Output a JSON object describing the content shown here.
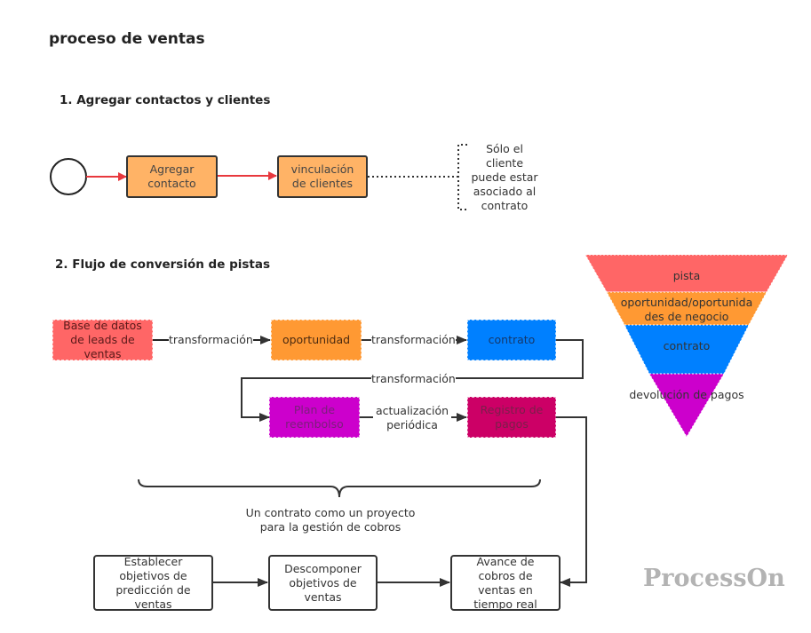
{
  "page_title": "proceso de ventas",
  "section1": {
    "heading": "1. Agregar contactos y clientes",
    "nodes": [
      {
        "id": "agregar-contacto",
        "label": "Agregar\ncontacto"
      },
      {
        "id": "vinculacion",
        "label": "vinculación\nde clientes"
      }
    ],
    "annotation": "Sólo el\ncliente\npuede estar\nasociado al\ncontrato"
  },
  "section2": {
    "heading": "2. Flujo de conversión de pistas",
    "nodes": [
      {
        "id": "base-datos",
        "label": "Base de datos\nde leads de\nventas",
        "color": "#ff6666"
      },
      {
        "id": "oportunidad",
        "label": "oportunidad",
        "color": "#ff9933"
      },
      {
        "id": "contrato",
        "label": "contrato",
        "color": "#0080ff"
      },
      {
        "id": "plan-reembolso",
        "label": "Plan de\nreembolso",
        "color": "#cc00cc"
      },
      {
        "id": "registro-pagos",
        "label": "Registro de\npagos",
        "color": "#cc0066"
      }
    ],
    "edge_labels": {
      "e1": "transformación",
      "e2": "transformación",
      "e3": "transformación",
      "e4": "actualización\nperiódica"
    },
    "brace_caption": "Un contrato como un proyecto\npara la gestión de cobros",
    "bottom_nodes": [
      {
        "id": "establecer",
        "label": "Establecer\nobjetivos de\npredicción de\nventas"
      },
      {
        "id": "descomponer",
        "label": "Descomponer\nobjetivos de\nventas"
      },
      {
        "id": "avance",
        "label": "Avance de\ncobros de\nventas en\ntiempo real"
      }
    ]
  },
  "funnel": {
    "levels": [
      {
        "label": "pista",
        "color": "#ff6666"
      },
      {
        "label": "oportunidad/oportunida\ndes de negocio",
        "color": "#ff9933"
      },
      {
        "label": "contrato",
        "color": "#0080ff"
      },
      {
        "label": "devolución de pagos",
        "color": "#cc00cc"
      }
    ]
  },
  "colors": {
    "start_arrow": "#e8383d",
    "connector": "#333333"
  },
  "watermark": "ProcessOn"
}
